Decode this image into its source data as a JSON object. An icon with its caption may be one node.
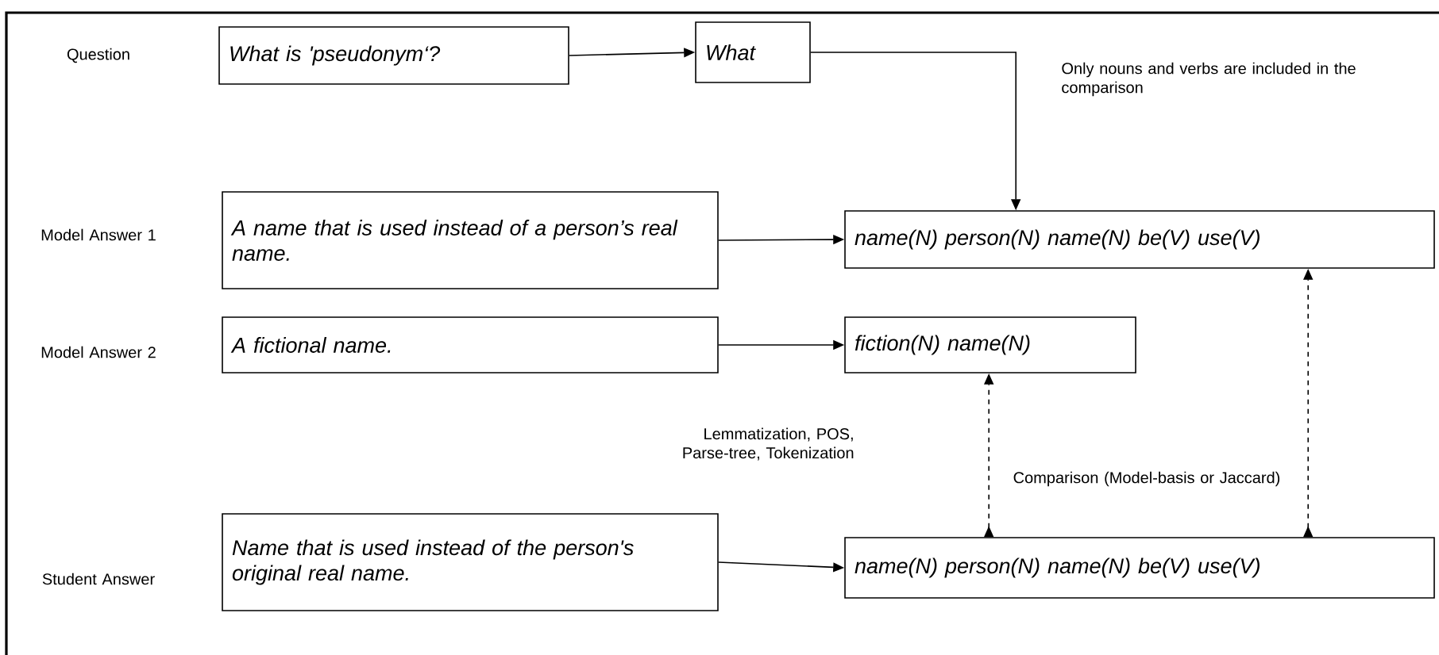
{
  "diagram": {
    "nodes": [
      {
        "text": [
          "What is 'pseudonym‘?"
        ]
      },
      {
        "text": [
          "What"
        ]
      },
      {
        "text": [
          "A name that is used instead of a person’s real name."
        ]
      },
      {
        "text": [
          "name(N) person(N) name(N) be(V) use(V)"
        ]
      },
      {
        "text": [
          "A fictional name."
        ]
      },
      {
        "text": [
          "fiction(N) name(N)"
        ]
      },
      {
        "text": [
          "Name that is used instead of the person's original real name."
        ]
      },
      {
        "text": [
          "name(N) person(N) name(N) be(V) use(V)"
        ]
      }
    ],
    "edges": [
      {
        "from": 0,
        "to": 1,
        "arrow": "to"
      },
      {
        "from": 1,
        "to": 3,
        "arrow": "to"
      },
      {
        "from": 2,
        "to": 3,
        "arrow": "to"
      },
      {
        "from": 4,
        "to": 5,
        "arrow": "to"
      },
      {
        "from": 6,
        "to": 7,
        "arrow": "to"
      },
      {
        "from": 7,
        "to": 5,
        "arrow": "to",
        "style": "dashed"
      },
      {
        "from": 7,
        "to": 3,
        "arrow": "to",
        "style": "dashed"
      }
    ],
    "labels": [
      "Question",
      "Only nouns and verbs are included in the comparison",
      "Model Answer 1",
      "Model Answer 2",
      "Lemmatization, POS, Parse-tree, Tokenization",
      "Comparison (Model-basis or Jaccard)",
      "Student Answer"
    ]
  }
}
